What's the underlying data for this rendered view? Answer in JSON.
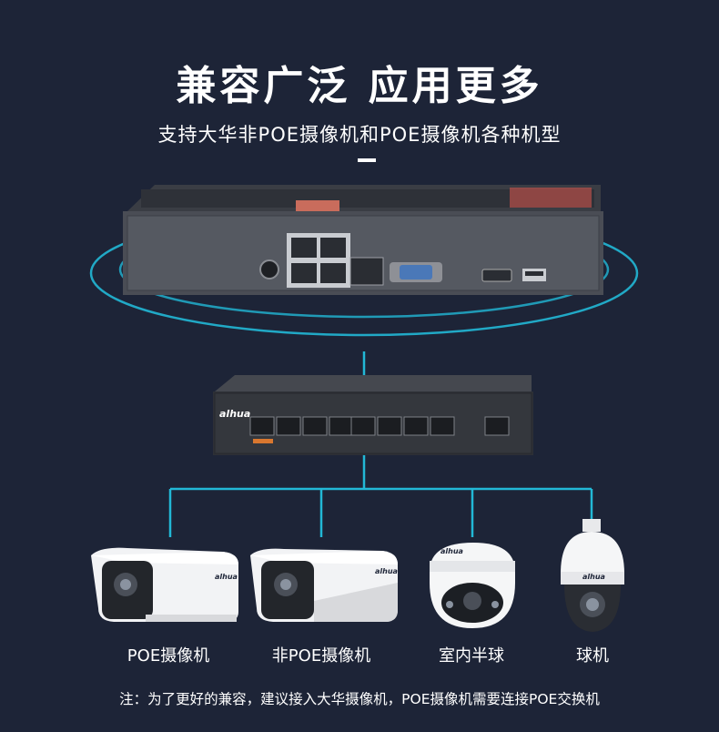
{
  "header": {
    "title": "兼容广泛 应用更多",
    "subtitle": "支持大华非POE摄像机和POE摄像机各种机型"
  },
  "devices": {
    "switch_brand": "alhua"
  },
  "cameras": [
    {
      "label": "POE摄像机",
      "brand": "alhua"
    },
    {
      "label": "非POE摄像机",
      "brand": "alhua"
    },
    {
      "label": "室内半球",
      "brand": "alhua"
    },
    {
      "label": "球机",
      "brand": "alhua"
    }
  ],
  "footer": {
    "note": "注：为了更好的兼容，建议接入大华摄像机，POE摄像机需要连接POE交换机"
  },
  "colors": {
    "background": "#1d2437",
    "accent": "#22b8d6"
  }
}
